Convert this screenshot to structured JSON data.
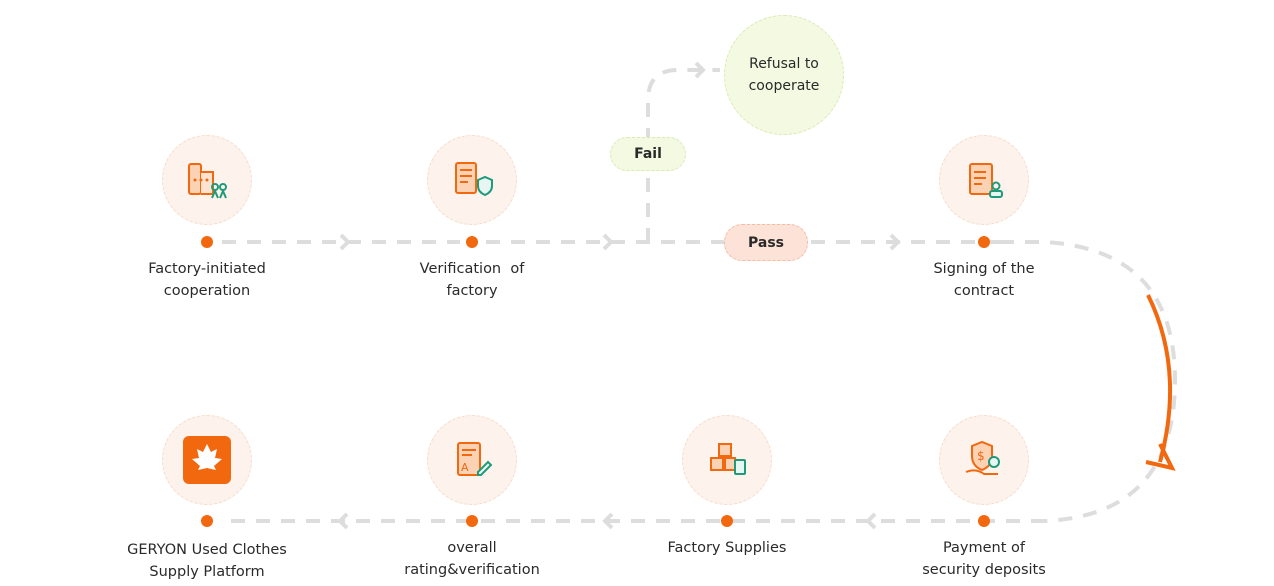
{
  "colors": {
    "accent": "#f2680f",
    "line": "#dddddd",
    "node_bg": "#fdf3ec",
    "fail_bg": "#f4f9e2",
    "pass_bg": "#fde3d7"
  },
  "steps": [
    {
      "label1": "Factory-initiated",
      "label2": "cooperation",
      "icon": "factory-handshake-icon"
    },
    {
      "label1": "Verification  of",
      "label2": "factory",
      "icon": "document-shield-icon"
    },
    {
      "label1": "Signing of the",
      "label2": "contract",
      "icon": "contract-signer-icon"
    },
    {
      "label1": "Payment of",
      "label2": "security deposits",
      "icon": "shield-dollar-hand-icon"
    },
    {
      "label1": "Factory Supplies",
      "label2": "",
      "icon": "boxes-clipboard-icon"
    },
    {
      "label1": "overall",
      "label2": "rating&verification",
      "icon": "grade-document-pencil-icon"
    },
    {
      "label1": "GERYON Used Clothes",
      "label2": "Supply Platform",
      "icon": "geryon-maple-logo"
    }
  ],
  "branch": {
    "fail": "Fail",
    "pass": "Pass",
    "refusal1": "Refusal to",
    "refusal2": "cooperate"
  }
}
